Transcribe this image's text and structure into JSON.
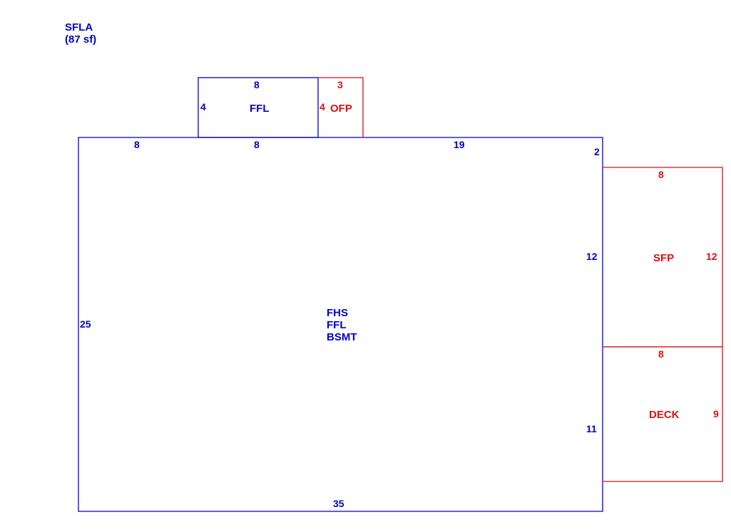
{
  "colors": {
    "living_area": "#0000CC",
    "non_living_area": "#DD1111"
  },
  "header": {
    "code": "SFLA",
    "area": "(87 sf)"
  },
  "areas": {
    "main": {
      "labels": [
        "FHS",
        "FFL",
        "BSMT"
      ],
      "dims": {
        "top_left": "8",
        "top_mid": "8",
        "top_right": "19",
        "right_step": "2",
        "right_upper": "12",
        "right_lower": "11",
        "left": "25",
        "bottom": "35"
      }
    },
    "ffl_bump": {
      "label": "FFL",
      "dims": {
        "top": "8",
        "left": "4"
      }
    },
    "ofp": {
      "label": "OFP",
      "dims": {
        "top": "3",
        "left": "4"
      }
    },
    "sfp": {
      "label": "SFP",
      "dims": {
        "top": "8",
        "right": "12"
      }
    },
    "deck": {
      "label": "DECK",
      "dims": {
        "top": "8",
        "right": "9"
      }
    }
  }
}
